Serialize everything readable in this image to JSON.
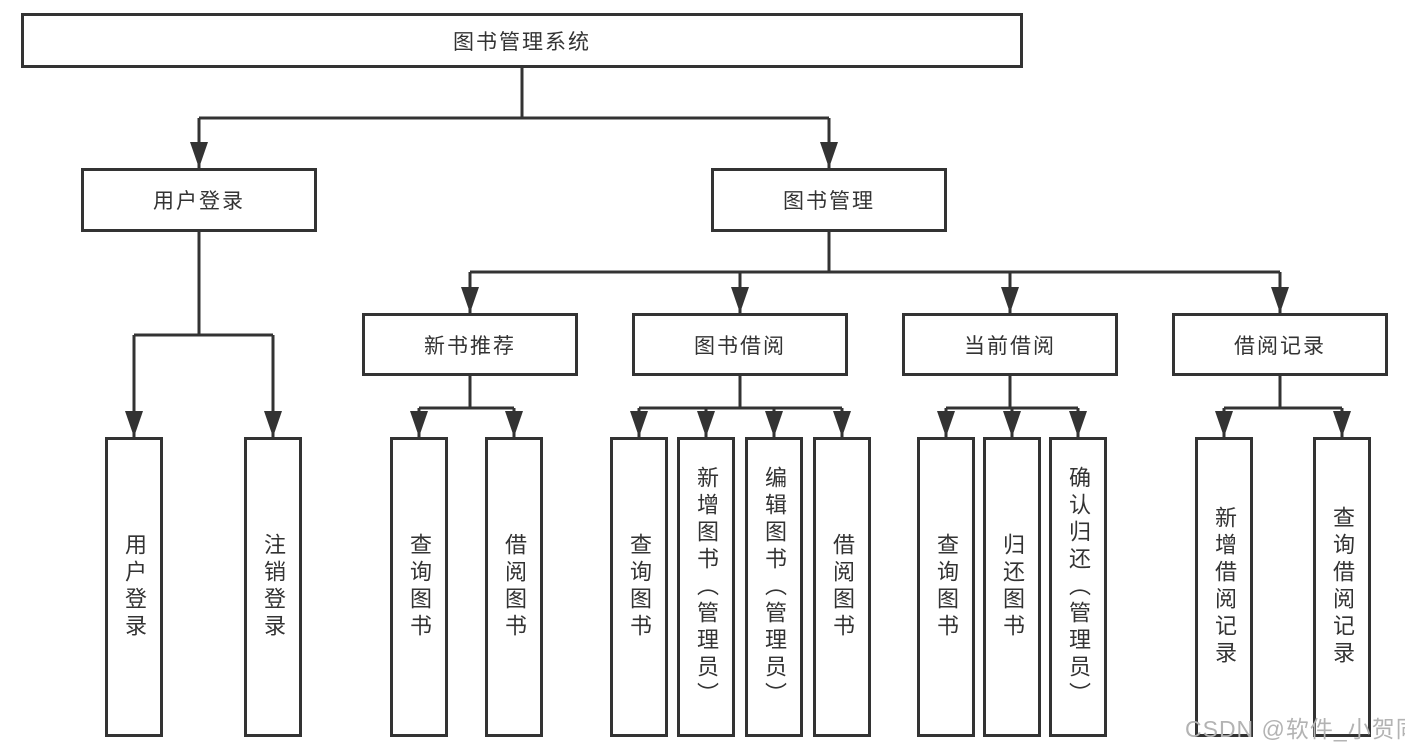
{
  "tree": {
    "root": "图书管理系统",
    "children": [
      {
        "label": "用户登录",
        "children": [
          {
            "label": "用户登录"
          },
          {
            "label": "注销登录"
          }
        ]
      },
      {
        "label": "图书管理",
        "children": [
          {
            "label": "新书推荐",
            "children": [
              {
                "label": "查询图书"
              },
              {
                "label": "借阅图书"
              }
            ]
          },
          {
            "label": "图书借阅",
            "children": [
              {
                "label": "查询图书"
              },
              {
                "label": "新增图书（管理员）"
              },
              {
                "label": "编辑图书（管理员）"
              },
              {
                "label": "借阅图书"
              }
            ]
          },
          {
            "label": "当前借阅",
            "children": [
              {
                "label": "查询图书"
              },
              {
                "label": "归还图书"
              },
              {
                "label": "确认归还（管理员）"
              }
            ]
          },
          {
            "label": "借阅记录",
            "children": [
              {
                "label": "新增借阅记录"
              },
              {
                "label": "查询借阅记录"
              }
            ]
          }
        ]
      }
    ]
  },
  "watermark": "CSDN @软件_小贺同学",
  "colors": {
    "line": "#333333",
    "box_border": "#333333",
    "text": "#333333",
    "watermark": "#b3b3b3",
    "background": "#ffffff"
  }
}
